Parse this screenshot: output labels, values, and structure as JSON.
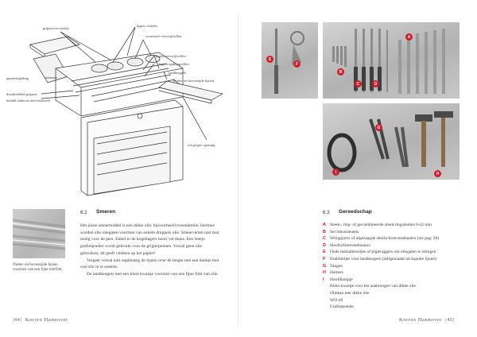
{
  "left_page": {
    "callouts": {
      "grijpers_en_staafje": "grijpers en staafje",
      "lagers_cilinder": "lagers cilinder",
      "wormwiel_verwrijfrollen": "wormwiel verwrijfrollen",
      "papierstapeling": "papierstapeling",
      "lagers_verwrijfrollen": "lagers verwrijfrollen",
      "lagers_opdraagrollen": "lagers opdraagrollen",
      "tandheugels": "tandheugels",
      "onder_en_bovenzijde_lijsten": "onder- en bovenzijde lijsten",
      "draaiknobbel_grijpers": "draaiknobbel grijpers",
      "hendel_onderste_deel_inktwerk": "hendel onderste deel inktwerk",
      "rol_grijper_opening": "rol grijper opening"
    },
    "photo_caption": "Onder- en bovenzijde lijsten voorzien van een fijne oliefilm",
    "section_number": "6.2",
    "section_title": "Smeren",
    "paragraphs": [
      "Het juiste smeermiddel is een dikke olie, bijvoorbeeld tweetaktolie, hiermee worden alle olie­gaten voorzien van enkele druppels olie. Smeerverten niet mat nodig voor de pers. Enkel in de kogellagers hoort vet thans. Een beetje grafietpoeder wordt gebruikt voor de grijper­pennen. Vooral geen olie gebruiken, dit geeft vlekken op het papier!",
      "Vergeet vooral niet regelmatig de lijsten over de lengte met een doekje met wat olie in te smeren.",
      "De tandheugels met een klein kwastje voorzien van een fijne film van olie."
    ],
    "footer_page": "44",
    "footer_title": "Korrex Hannover"
  },
  "right_page": {
    "photo_badges": [
      "E",
      "F",
      "A",
      "B",
      "C",
      "D",
      "G",
      "I",
      "H"
    ],
    "section_number": "6.3",
    "section_title": "Gereedschap",
    "tools": [
      {
        "key": "A",
        "text": "Steek-, ring- of gecombineerde steek/ringsleutels 6-22 mm"
      },
      {
        "key": "B",
        "text": "Set inbussleutels"
      },
      {
        "key": "C",
        "text": "Wringijzers of afgezaagde sleufschroevendraaiers (zie pag. 28)"
      },
      {
        "key": "D",
        "text": "Sleufschroevendraaiers"
      },
      {
        "key": "E",
        "text": "Oude metaalboortjes of pijperaggers om oliegaten te reinigen"
      },
      {
        "key": "F",
        "text": "Krabbertjes voor tandheugels (zelfgemaakt uit kapotte lijnen)"
      },
      {
        "key": "G",
        "text": "Tangen"
      },
      {
        "key": "H",
        "text": "Hamers"
      },
      {
        "key": "I",
        "text": "Hoofdlampje"
      }
    ],
    "tools_extra": [
      "Klein kwastje voor het aanbrengen van dikke olie",
      "Oliekan met dikke olie",
      "WD-40",
      "Grafietpoeder"
    ],
    "footer_title": "Korrex Hannover",
    "footer_page": "45"
  },
  "colors": {
    "accent": "#d31c2b"
  }
}
